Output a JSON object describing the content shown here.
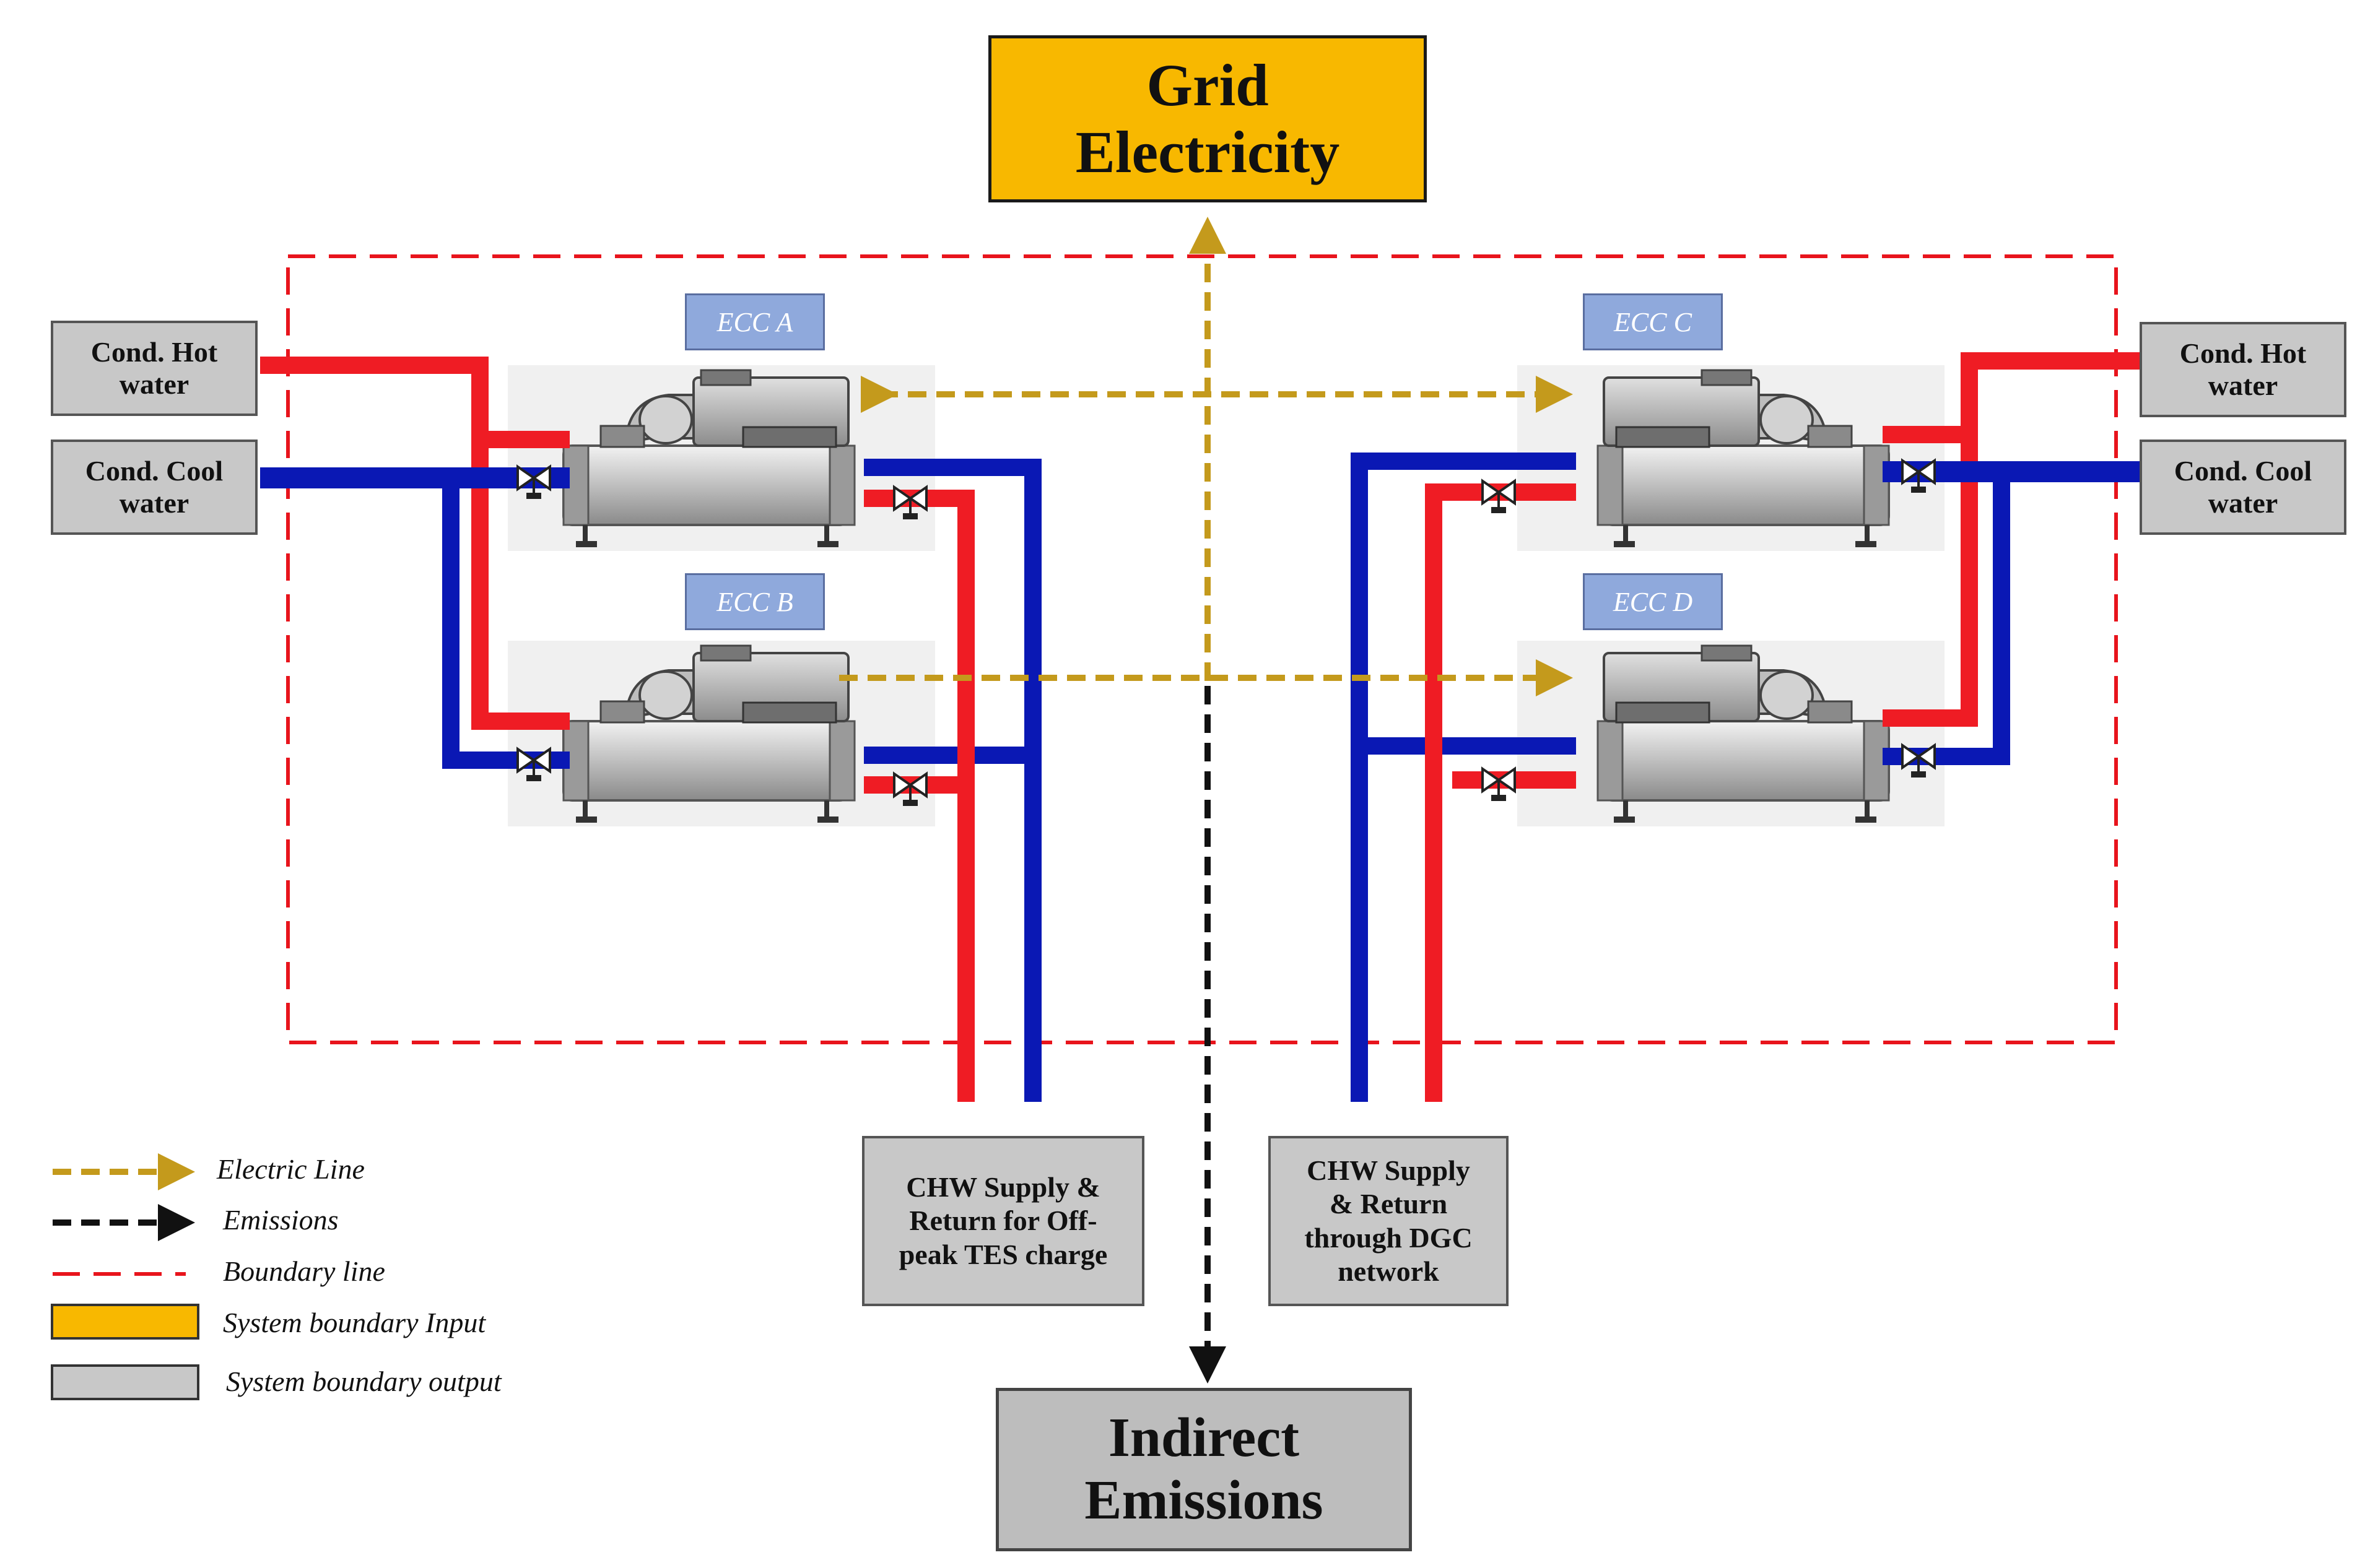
{
  "boxes": {
    "grid": "Grid\nElectricity",
    "emissions": "Indirect\nEmissions",
    "left_hot": "Cond. Hot\nwater",
    "left_cool": "Cond. Cool\nwater",
    "right_hot": "Cond. Hot\nwater",
    "right_cool": "Cond. Cool\nwater",
    "chw_left": "CHW Supply &\nReturn for Off-\npeak TES charge",
    "chw_right": "CHW Supply\n& Return\nthrough DGC\nnetwork"
  },
  "chillers": {
    "a": "ECC A",
    "b": "ECC B",
    "c": "ECC C",
    "d": "ECC D"
  },
  "legend": {
    "electric": "Electric  Line",
    "emissions": "Emissions",
    "boundary": "Boundary line",
    "input": "System boundary Input",
    "output": "System boundary output"
  },
  "colors": {
    "hot_pipe": "#ef1c24",
    "cool_pipe": "#0a18b4",
    "electric": "#c49a1c",
    "emission": "#111111",
    "boundary": "#e8141c",
    "input_fill": "#f8b800",
    "output_fill": "#c8c8c8"
  }
}
